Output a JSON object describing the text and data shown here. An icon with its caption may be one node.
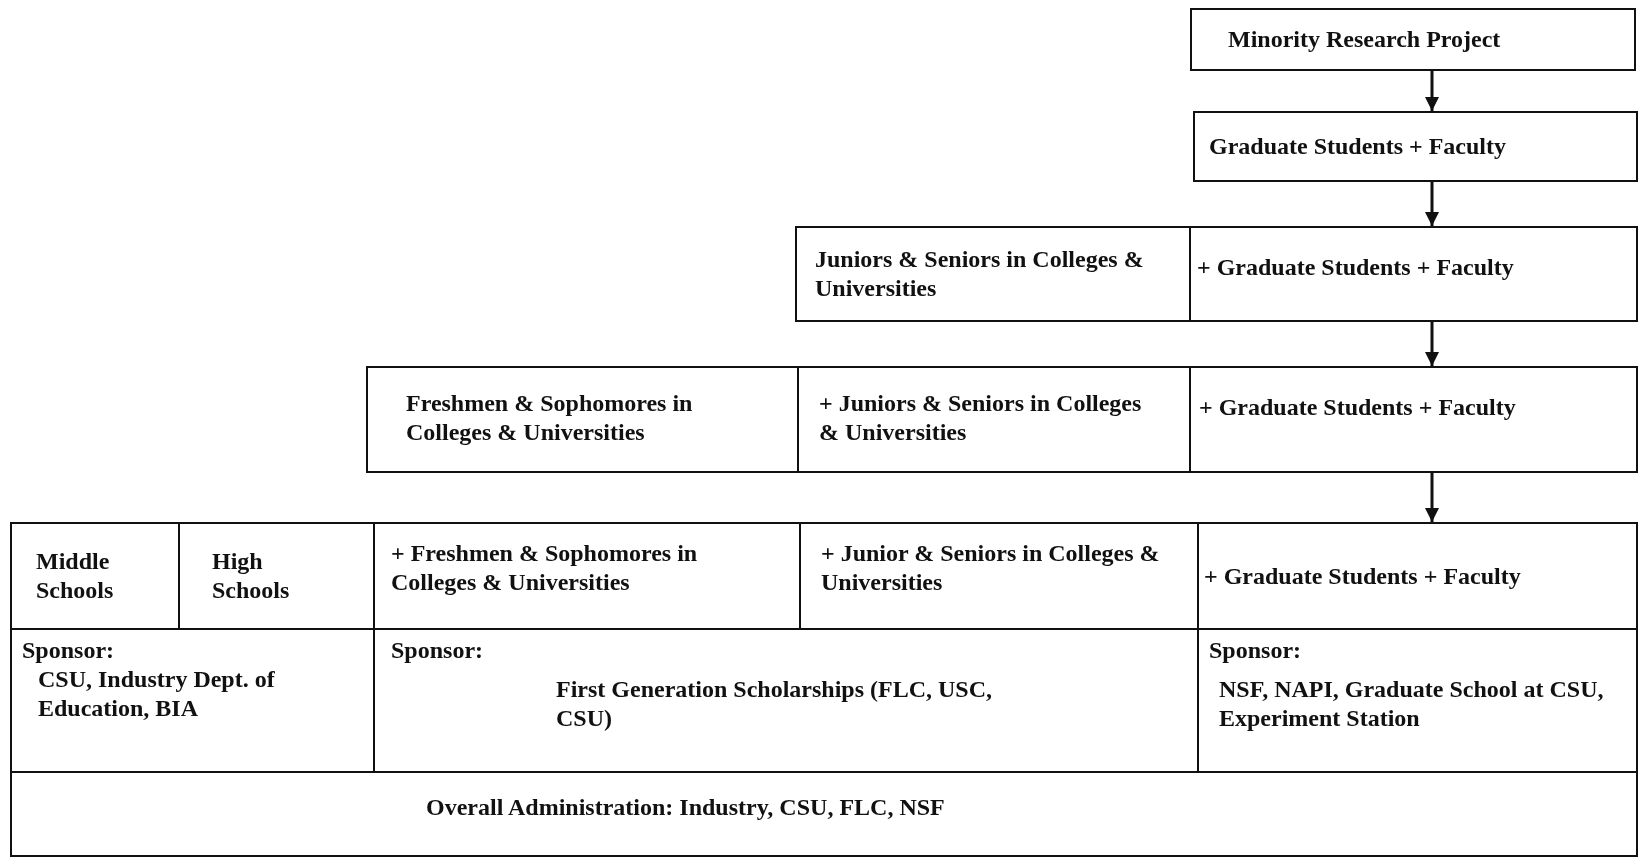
{
  "diagram": {
    "nodes": [
      {
        "text": [
          "Minority Research Project"
        ]
      },
      {
        "text": [
          "Graduate Students + Faculty"
        ]
      },
      {
        "text": [
          "Juniors & Seniors in Colleges & Universities"
        ]
      },
      {
        "text": [
          "+ Graduate Students + Faculty"
        ]
      },
      {
        "text": [
          "Freshmen & Sophomores in Colleges & Universities"
        ]
      },
      {
        "text": [
          "+ Juniors & Seniors in Colleges & Universities"
        ]
      },
      {
        "text": [
          "+ Graduate Students + Faculty"
        ]
      },
      {
        "text": [
          "Middle Schools"
        ]
      },
      {
        "text": [
          "High Schools"
        ]
      },
      {
        "text": [
          "+ Freshmen & Sophomores in Colleges & Universities"
        ]
      },
      {
        "text": [
          "+ Junior & Seniors in Colleges & Universities"
        ]
      },
      {
        "text": [
          "+ Graduate Students + Faculty"
        ]
      },
      {
        "text": [
          "Sponsor:",
          "CSU, Industry Dept. of Education, BIA"
        ]
      },
      {
        "text": [
          "Sponsor:",
          "First Generation Scholarships (FLC, USC, CSU)"
        ]
      },
      {
        "text": [
          "Sponsor:",
          "NSF, NAPI, Graduate School at CSU, Experiment Station"
        ]
      },
      {
        "text": [
          "Overall Administration: Industry, CSU, FLC, NSF"
        ]
      }
    ],
    "edges": [
      {
        "from": 0,
        "to": 1,
        "arrow": "to"
      },
      {
        "from": 1,
        "to": 3,
        "arrow": "to"
      },
      {
        "from": 3,
        "to": 6,
        "arrow": "to"
      },
      {
        "from": 6,
        "to": 11,
        "arrow": "to"
      }
    ]
  }
}
